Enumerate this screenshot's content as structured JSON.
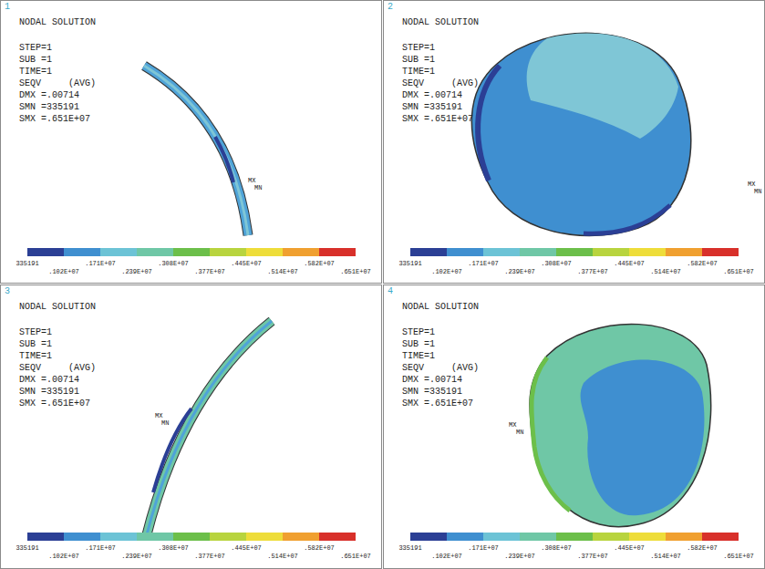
{
  "diagram": {
    "nodes": [
      {
        "text": [
          "1",
          "NODAL SOLUTION",
          "STEP=1",
          "SUB =1",
          "TIME=1",
          "SEQV     (AVG)",
          "DMX =.00714",
          "SMN =335191",
          "SMX =.651E+07"
        ]
      },
      {
        "text": [
          "2",
          "NODAL SOLUTION",
          "STEP=1",
          "SUB =1",
          "TIME=1",
          "SEQV     (AVG)",
          "DMX =.00714",
          "SMN =335191",
          "SMX =.651E+07"
        ]
      },
      {
        "text": [
          "3",
          "NODAL SOLUTION",
          "STEP=1",
          "SUB =1",
          "TIME=1",
          "SEQV     (AVG)",
          "DMX =.00714",
          "SMN =335191",
          "SMX =.651E+07"
        ]
      },
      {
        "text": [
          "4",
          "NODAL SOLUTION",
          "STEP=1",
          "SUB =1",
          "TIME=1",
          "SEQV     (AVG)",
          "DMX =.00714",
          "SMN =335191",
          "SMX =.651E+07"
        ]
      }
    ],
    "labels": [
      "335191",
      ".102E+07",
      ".171E+07",
      ".239E+07",
      ".308E+07",
      ".377E+07",
      ".445E+07",
      ".514E+07",
      ".582E+07",
      ".651E+07",
      "MX",
      "MN",
      "335191",
      ".102E+07",
      ".171E+07",
      ".239E+07",
      ".308E+07",
      ".377E+07",
      ".445E+07",
      ".514E+07",
      ".582E+07",
      ".651E+07",
      "MX",
      "MN",
      "335191",
      ".102E+07",
      ".171E+07",
      ".239E+07",
      ".308E+07",
      ".377E+07",
      ".445E+07",
      ".514E+07",
      ".582E+07",
      ".651E+07",
      "MX",
      "MN",
      "335191",
      ".102E+07",
      ".171E+07",
      ".239E+07",
      ".308E+07",
      ".377E+07",
      ".445E+07",
      ".514E+07",
      ".582E+07",
      ".651E+07",
      "MX",
      "MN"
    ]
  }
}
